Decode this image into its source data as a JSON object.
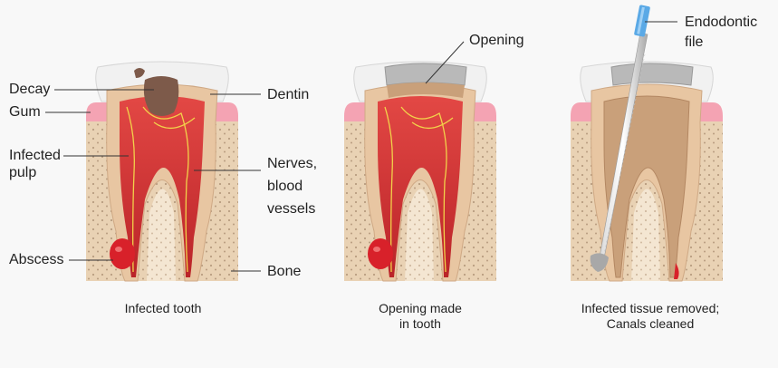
{
  "labels": {
    "decay": "Decay",
    "gum": "Gum",
    "infected_pulp": "Infected\npulp",
    "abscess": "Abscess",
    "dentin": "Dentin",
    "nerves": "Nerves,\nblood\nvessels",
    "bone": "Bone",
    "opening": "Opening",
    "file": "Endodontic\nfile"
  },
  "captions": {
    "stage1": "Infected tooth",
    "stage2": "Opening made\nin tooth",
    "stage3": "Infected tissue removed;\nCanals cleaned"
  },
  "colors": {
    "enamel": "#eeeeee",
    "dentin": "#e8c6a2",
    "pulp_infected": "#d8212a",
    "pulp_cleaned": "#c9a07a",
    "gum": "#f4a3b3",
    "bone": "#e9d2b4",
    "bone_dot": "#b89c80",
    "decay": "#7d5a4a",
    "filling": "#b9b9b9",
    "nerve": "#f2d24a",
    "file_handle": "#5aa9e6"
  }
}
